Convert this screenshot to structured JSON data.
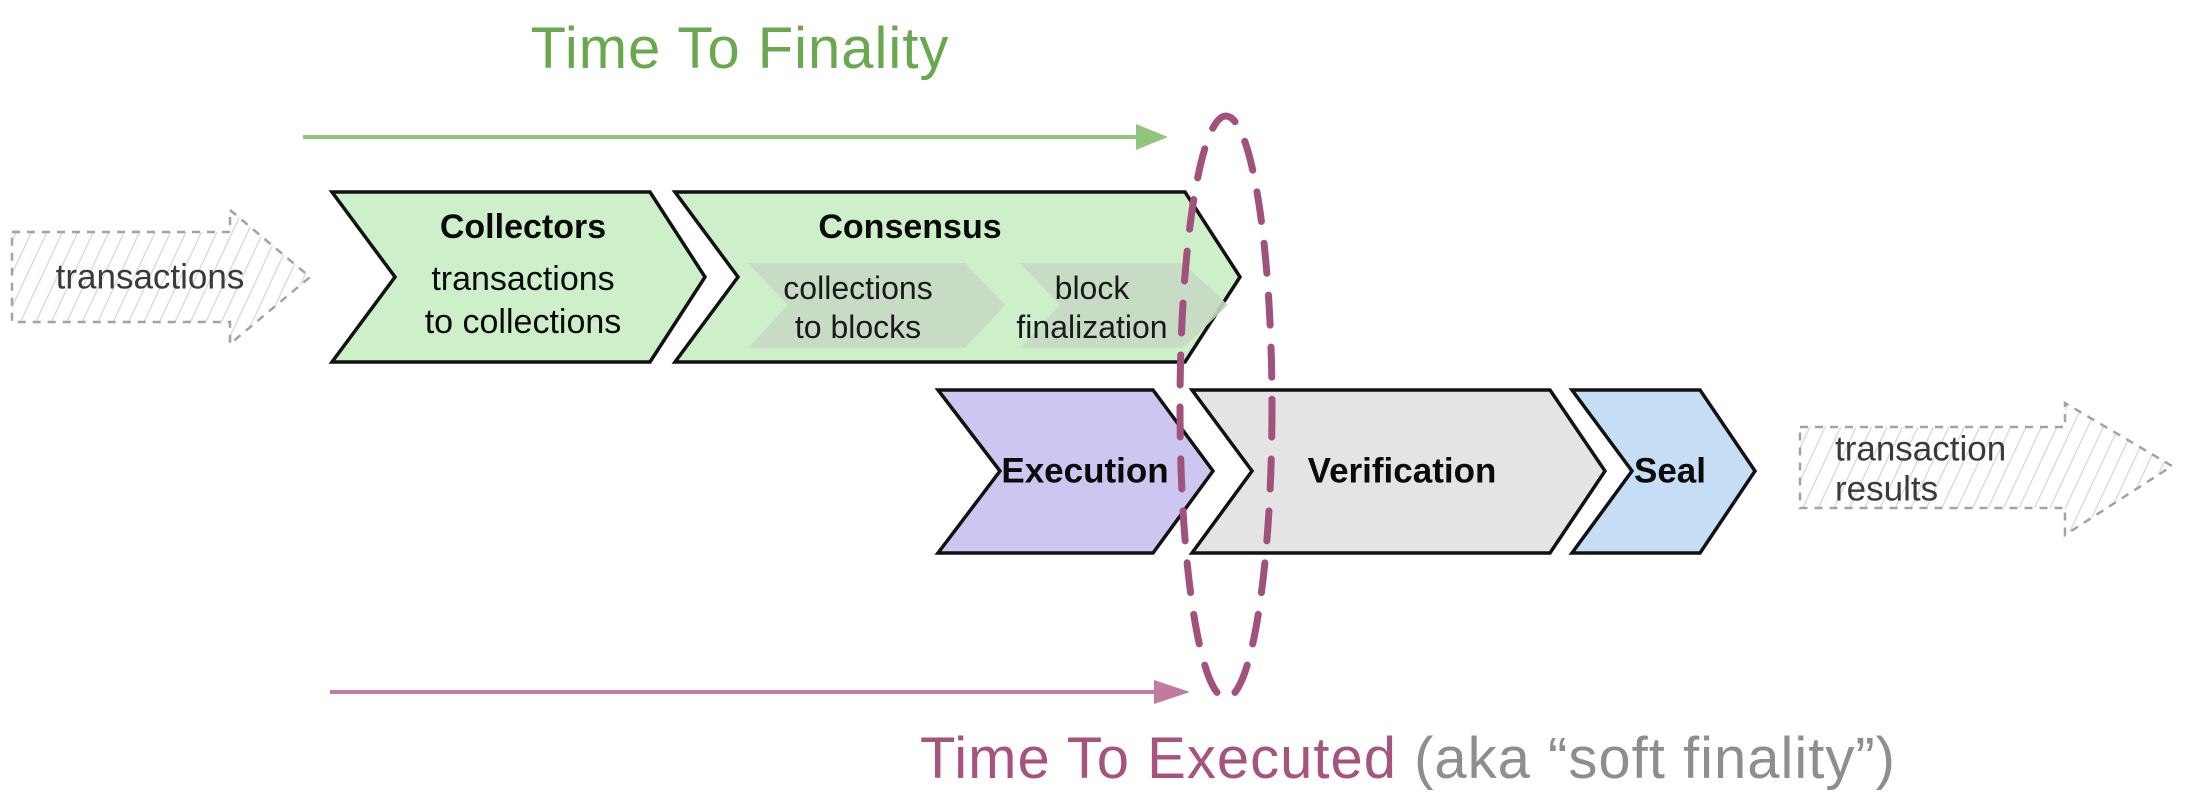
{
  "titles": {
    "finality": "Time To Finality",
    "executed": "Time To Executed",
    "executed_suffix": " (aka “soft finality”)"
  },
  "colors": {
    "finality_green": "#6aa84f",
    "finality_arrow": "#93c47d",
    "executed_magenta": "#a6537d",
    "executed_arrow": "#c27ba0",
    "executed_suffix_gray": "#8e8e8e",
    "stage_green": "#cdf0ca",
    "stage_subband": "#c6d8c4",
    "stage_purple": "#cdc6f0",
    "stage_gray": "#e4e4e4",
    "stage_blue": "#c6ddf6",
    "stage_outline": "#111111",
    "sketch_border": "#a3a3a3",
    "sketch_text": "#3a3a3a",
    "ellipse": "#a0527c"
  },
  "input_arrow": {
    "label": "transactions"
  },
  "output_arrow": {
    "line1": "transaction",
    "line2": "results"
  },
  "stages": {
    "collectors": {
      "title": "Collectors",
      "line1": "transactions",
      "line2": "to collections"
    },
    "consensus": {
      "title": "Consensus",
      "sub1": {
        "line1": "collections",
        "line2": "to blocks"
      },
      "sub2": {
        "line1": "block",
        "line2": "finalization"
      }
    },
    "execution": {
      "label": "Execution"
    },
    "verification": {
      "label": "Verification"
    },
    "seal": {
      "label": "Seal"
    }
  }
}
